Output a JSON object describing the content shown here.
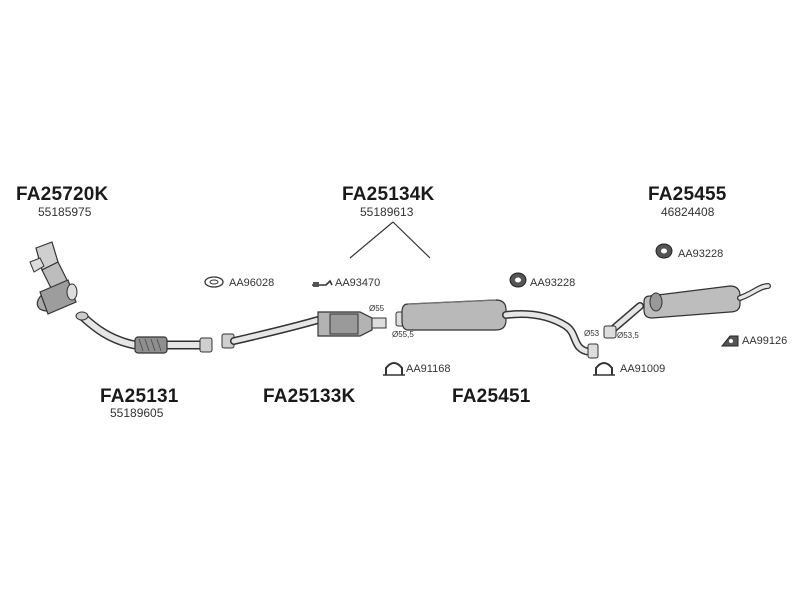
{
  "groups": [
    {
      "id": "g1",
      "code": "FA25720K",
      "oe": "55185975"
    },
    {
      "id": "g2",
      "code": "FA25134K",
      "oe": "55189613"
    },
    {
      "id": "g3",
      "code": "FA25455",
      "oe": "46824408"
    },
    {
      "id": "g4",
      "code": "FA25131",
      "oe": "55189605"
    },
    {
      "id": "g5",
      "code": "FA25133K",
      "oe": ""
    },
    {
      "id": "g6",
      "code": "FA25451",
      "oe": ""
    }
  ],
  "accessories": [
    {
      "id": "a1",
      "label": "AA96028",
      "icon": "gasket-ring-icon"
    },
    {
      "id": "a2",
      "label": "AA93470",
      "icon": "clamp-bolt-icon"
    },
    {
      "id": "a3",
      "label": "AA93228",
      "icon": "rubber-hanger-icon"
    },
    {
      "id": "a4",
      "label": "AA93228",
      "icon": "rubber-hanger-icon"
    },
    {
      "id": "a5",
      "label": "AA91168",
      "icon": "u-clamp-icon"
    },
    {
      "id": "a6",
      "label": "AA91009",
      "icon": "u-clamp-icon"
    },
    {
      "id": "a7",
      "label": "AA99126",
      "icon": "mounting-bracket-icon"
    }
  ],
  "dimensions": [
    "Ø55",
    "Ø55,5",
    "Ø53",
    "Ø53,5"
  ],
  "colors": {
    "line": "#333333",
    "part_fill": "#bdbdbd",
    "part_dark": "#7a7a7a",
    "text": "#1a1a1a"
  }
}
